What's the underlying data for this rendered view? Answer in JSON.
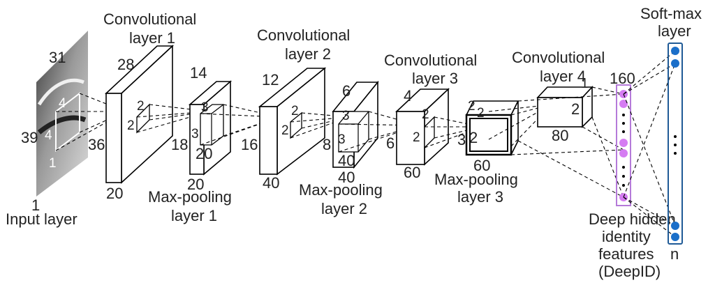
{
  "layers": {
    "input": {
      "label": "Input layer",
      "width": "39",
      "height": "31",
      "depth": "1",
      "patch_a": "4",
      "patch_b": "4",
      "patch_c": "1",
      "conv_out": "36"
    },
    "conv1": {
      "label_line1": "Convolutional",
      "label_line2": "layer 1",
      "depth": "20",
      "height": "28",
      "kernel_a": "2",
      "kernel_b": "2"
    },
    "pool1": {
      "label_line1": "Max-pooling",
      "label_line2": "layer 1",
      "height": "14",
      "kernel_a": "3",
      "kernel_b": "3",
      "width": "18",
      "depth": "20",
      "inner_depth": "20"
    },
    "conv2": {
      "label_line1": "Convolutional",
      "label_line2": "layer 2",
      "height": "12",
      "width": "16",
      "depth": "40",
      "kernel_a": "2",
      "kernel_b": "2"
    },
    "pool2": {
      "label_line1": "Max-pooling",
      "label_line2": "layer 2",
      "height": "6",
      "width": "8",
      "depth": "40",
      "inner_depth": "40",
      "kernel_a": "3",
      "kernel_b": "3"
    },
    "conv3": {
      "label_line1": "Convolutional",
      "label_line2": "layer 3",
      "height": "4",
      "width": "6",
      "depth": "60",
      "kernel_a": "2",
      "kernel_b": "2"
    },
    "pool3": {
      "label_line1": "Max-pooling",
      "label_line2": "layer 3",
      "height": "2",
      "width": "3",
      "depth": "60",
      "kernel_a": "2",
      "kernel_b": "2"
    },
    "conv4": {
      "label_line1": "Convolutional",
      "label_line2": "layer 4",
      "height": "1",
      "width": "2",
      "depth": "80"
    },
    "deepid": {
      "label_line1": "Deep hidden",
      "label_line2": "identity",
      "label_line3": "features",
      "label_line4": "(DeepID)",
      "size": "160"
    },
    "softmax": {
      "label_line1": "Soft-max",
      "label_line2": "layer",
      "size": "n"
    }
  },
  "colors": {
    "deepid_nodes": "#d57cf2",
    "deepid_frame": "#b57ad9",
    "softmax_nodes": "#1b6fc9",
    "softmax_frame": "#1f5a96"
  }
}
